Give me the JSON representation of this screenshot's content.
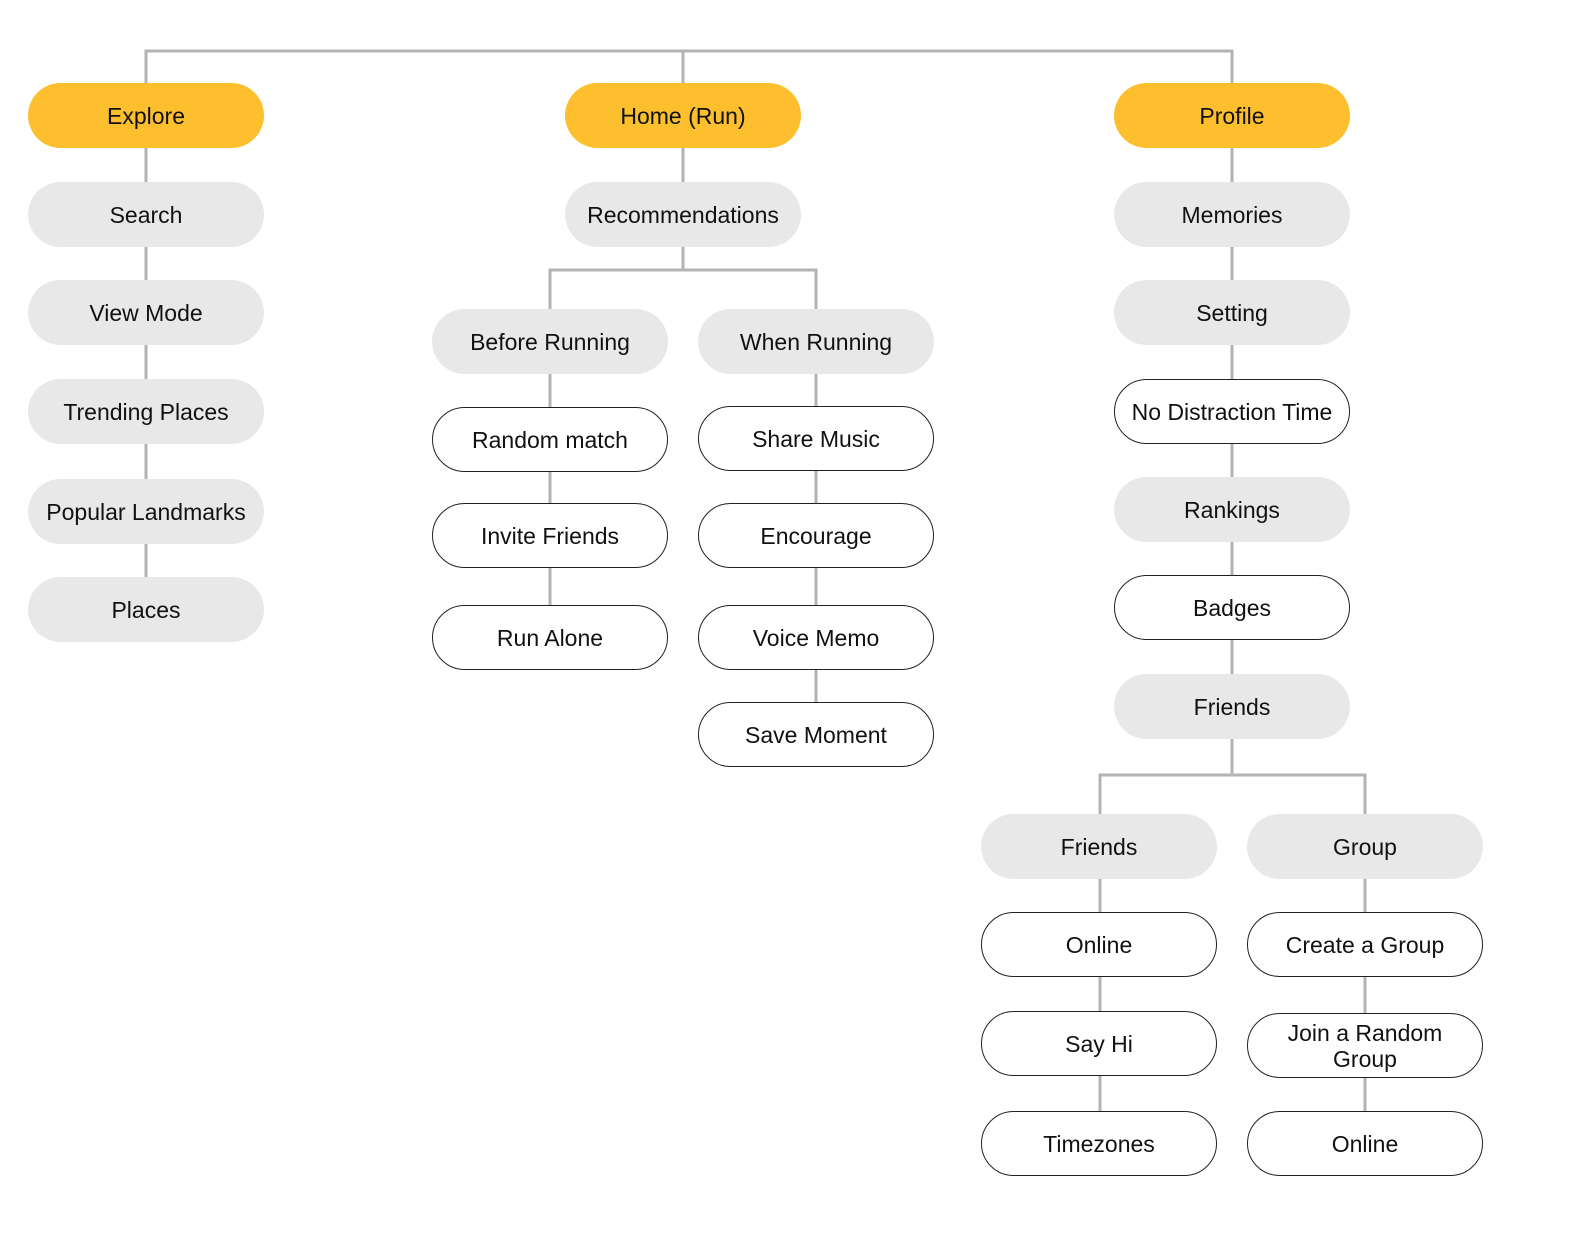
{
  "colors": {
    "primary": "#FDBF2D",
    "section": "#E8E8E8",
    "leaf": "#FFFFFF",
    "connector": "#B3B3B3"
  },
  "nodes": {
    "explore": "Explore",
    "search": "Search",
    "view_mode": "View Mode",
    "trending_places": "Trending Places",
    "popular_landmarks": "Popular Landmarks",
    "places": "Places",
    "home_run": "Home (Run)",
    "recommendations": "Recommendations",
    "before_running": "Before Running",
    "random_match": "Random match",
    "invite_friends": "Invite Friends",
    "run_alone": "Run Alone",
    "when_running": "When Running",
    "share_music": "Share Music",
    "encourage": "Encourage",
    "voice_memo": "Voice Memo",
    "save_moment": "Save Moment",
    "profile": "Profile",
    "memories": "Memories",
    "setting": "Setting",
    "no_distraction_time": "No Distraction Time",
    "rankings": "Rankings",
    "badges": "Badges",
    "friends": "Friends",
    "friends_sub": "Friends",
    "online_friends": "Online",
    "say_hi": "Say Hi",
    "timezones": "Timezones",
    "group": "Group",
    "create_group": "Create a Group",
    "join_random_group": "Join a Random Group",
    "online_group": "Online"
  }
}
